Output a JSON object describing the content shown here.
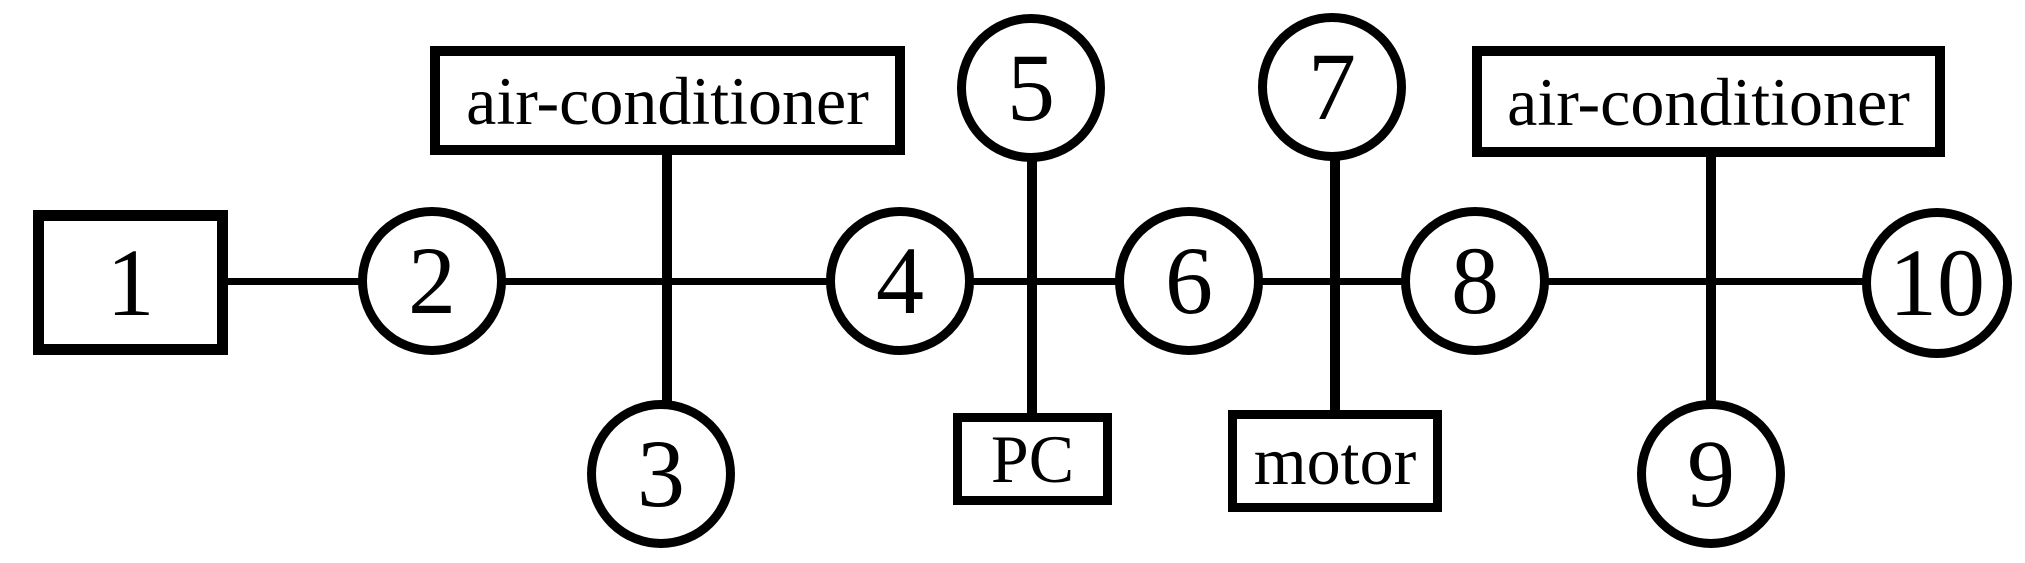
{
  "diagram": {
    "kind": "single-line network diagram",
    "colors": {
      "stroke": "#000000",
      "background": "#ffffff",
      "text": "#000000"
    },
    "nodes": [
      {
        "key": "1",
        "shape": "square",
        "label": "1"
      },
      {
        "key": "2",
        "shape": "circle",
        "label": "2"
      },
      {
        "key": "3",
        "shape": "circle",
        "label": "3"
      },
      {
        "key": "4",
        "shape": "circle",
        "label": "4"
      },
      {
        "key": "5",
        "shape": "circle",
        "label": "5"
      },
      {
        "key": "6",
        "shape": "circle",
        "label": "6"
      },
      {
        "key": "7",
        "shape": "circle",
        "label": "7"
      },
      {
        "key": "8",
        "shape": "circle",
        "label": "8"
      },
      {
        "key": "9",
        "shape": "circle",
        "label": "9"
      },
      {
        "key": "10",
        "shape": "circle",
        "label": "10"
      },
      {
        "key": "ac_left",
        "shape": "rect",
        "label": "air-conditioner"
      },
      {
        "key": "pc",
        "shape": "rect",
        "label": "PC"
      },
      {
        "key": "motor",
        "shape": "rect",
        "label": "motor"
      },
      {
        "key": "ac_right",
        "shape": "rect",
        "label": "air-conditioner"
      }
    ],
    "bus_edges": [
      {
        "from": "1",
        "to": "2"
      },
      {
        "from": "2",
        "to": "4"
      },
      {
        "from": "4",
        "to": "6"
      },
      {
        "from": "6",
        "to": "8"
      },
      {
        "from": "8",
        "to": "10"
      }
    ],
    "taps": [
      {
        "between": [
          "2",
          "4"
        ],
        "up": "ac_left",
        "down": "3"
      },
      {
        "between": [
          "4",
          "6"
        ],
        "up": "5",
        "down": "pc"
      },
      {
        "between": [
          "6",
          "8"
        ],
        "up": "7",
        "down": "motor"
      },
      {
        "between": [
          "8",
          "10"
        ],
        "up": "ac_right",
        "down": "9"
      }
    ]
  }
}
